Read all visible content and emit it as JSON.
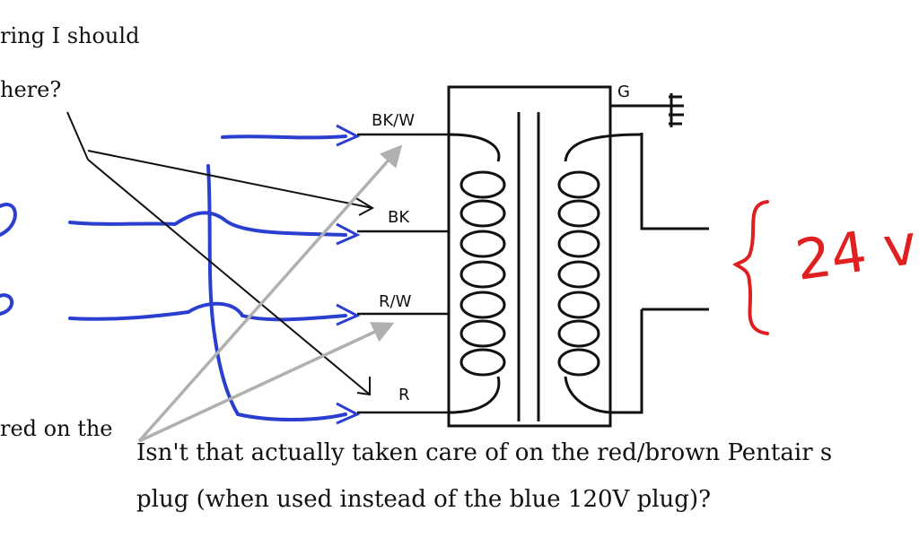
{
  "annotations": {
    "top_line1": "ring I should",
    "top_line2": "here?",
    "left_text": "red on the",
    "question_line1": "Isn't that actually taken care of on the red/brown Pentair s",
    "question_line2": "plug (when used instead of the blue 120V plug)?"
  },
  "transformer": {
    "wire_labels": [
      "BK/W",
      "BK",
      "R/W",
      "R"
    ],
    "ground_label": "G",
    "output_label": "24 v"
  },
  "colors": {
    "blue_wire": "#2a3fd0",
    "red_text": "#e02020",
    "gray_arrow": "#b0b0b0",
    "ink": "#111111"
  }
}
